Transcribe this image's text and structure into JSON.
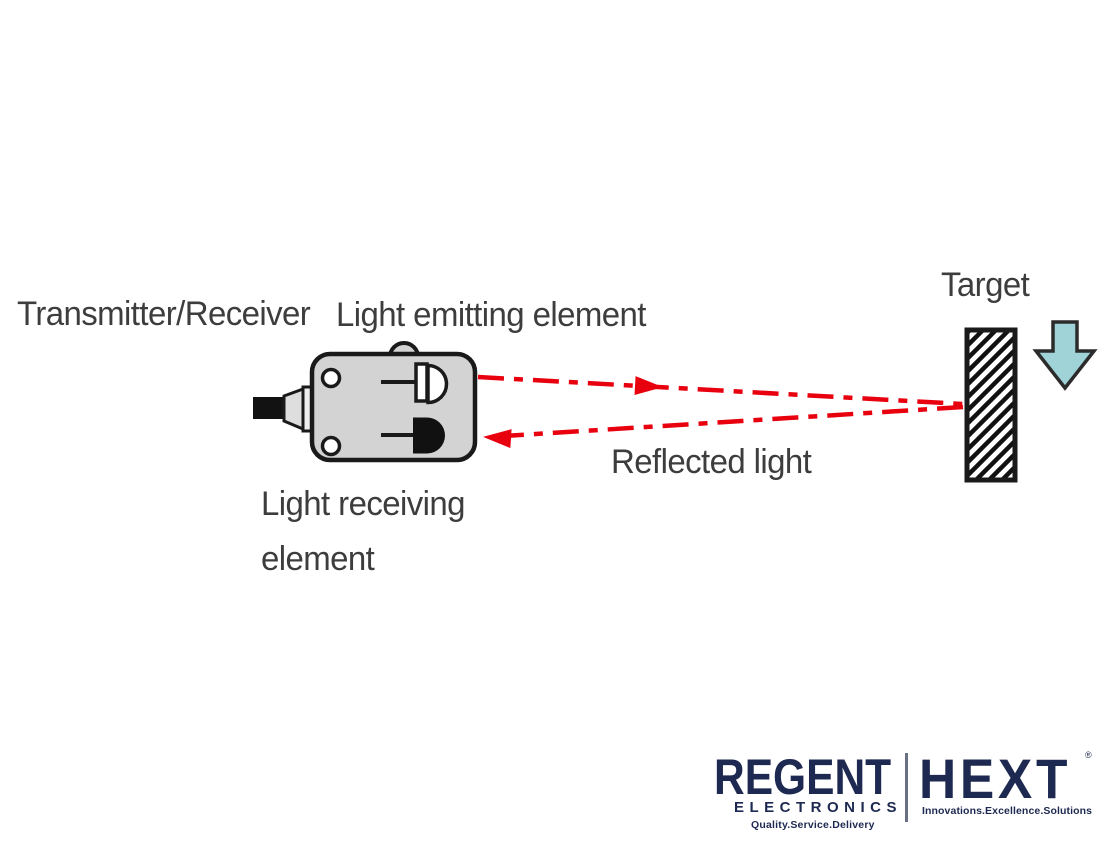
{
  "diagram": {
    "labels": {
      "transmitter_receiver": "Transmitter/Receiver",
      "light_emitting": "Light emitting element",
      "light_receiving_line1": "Light receiving",
      "light_receiving_line2": "element",
      "reflected_light": "Reflected light",
      "target": "Target"
    },
    "colors": {
      "beam_red": "#e8000f",
      "sensor_body_fill": "#d3d3d3",
      "outline": "#1a1a1a",
      "target_arrow_fill": "#9fd3d7",
      "label_text": "#3d3d3d"
    }
  },
  "branding": {
    "regent": {
      "name": "REGENT",
      "subtitle": "ELECTRONICS",
      "tagline": "Quality.Service.Delivery"
    },
    "hext": {
      "name": "HEXT",
      "registered_mark": "®",
      "tagline": "Innovations.Excellence.Solutions"
    },
    "logo_navy": "#1d2950"
  }
}
